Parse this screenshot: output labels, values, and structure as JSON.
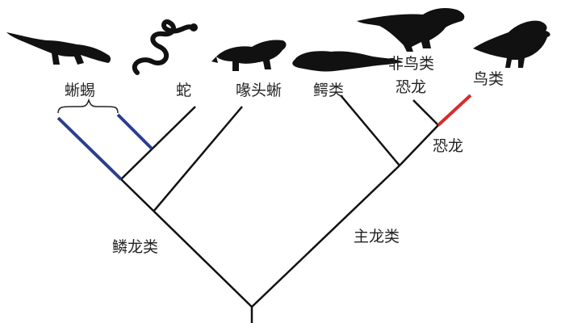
{
  "labels": {
    "lizards": "蜥蜴",
    "snakes": "蛇",
    "tuatara": "喙头蜥",
    "crocodilians": "鳄类",
    "nonavian_dinosaurs_line1": "非鸟类",
    "nonavian_dinosaurs_line2": "恐龙",
    "birds": "鸟类",
    "dinosaurs": "恐龙",
    "lepidosaurs": "鳞龙类",
    "archosaurs": "主龙类"
  },
  "colors": {
    "branch": "#111111",
    "lizard_branch": "#2b3f8f",
    "bird_branch": "#d92b2b",
    "silhouette": "#111111"
  },
  "icons": [
    "lizard-icon",
    "snake-icon",
    "tuatara-icon",
    "crocodile-icon",
    "tyrannosaurus-icon",
    "bird-icon"
  ]
}
